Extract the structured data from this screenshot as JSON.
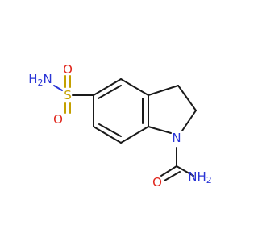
{
  "colors": {
    "carbon_bond": "#1a1a1a",
    "nitrogen": "#2a35d6",
    "oxygen": "#e0251b",
    "sulfur": "#c4a000",
    "background": "#ffffff"
  },
  "atoms": {
    "sulfonamide_N": {
      "main": "H",
      "sub": "2",
      "tail": "N"
    },
    "sulfonyl_S": {
      "main": "S"
    },
    "sulfonyl_O_top": {
      "main": "O"
    },
    "sulfonyl_O_left": {
      "main": "O"
    },
    "ring_N": {
      "main": "N"
    },
    "amide_N": {
      "main": "NH",
      "sub": "2"
    },
    "amide_O": {
      "main": "O"
    }
  }
}
